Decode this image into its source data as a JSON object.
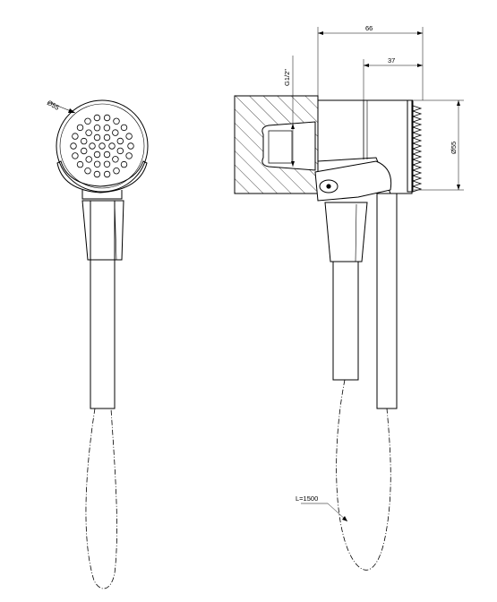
{
  "labels": {
    "front_diameter": "Ø55",
    "overall_depth": "66",
    "head_depth": "37",
    "thread_size": "G1/2\"",
    "side_diameter": "Ø55",
    "hose_length": "L=1500"
  }
}
